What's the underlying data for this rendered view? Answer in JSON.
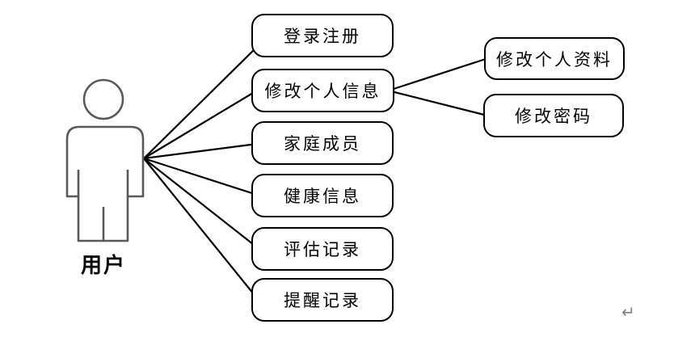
{
  "diagram": {
    "type": "use-case-diagram",
    "actor": {
      "label": "用户"
    },
    "use_cases": [
      {
        "label": "登录注册"
      },
      {
        "label": "修改个人信息"
      },
      {
        "label": "家庭成员"
      },
      {
        "label": "健康信息"
      },
      {
        "label": "评估记录"
      },
      {
        "label": "提醒记录"
      },
      {
        "label": "修改个人资料"
      },
      {
        "label": "修改密码"
      }
    ],
    "connections": [
      {
        "from": "用户",
        "to": "登录注册"
      },
      {
        "from": "用户",
        "to": "修改个人信息"
      },
      {
        "from": "用户",
        "to": "家庭成员"
      },
      {
        "from": "用户",
        "to": "健康信息"
      },
      {
        "from": "用户",
        "to": "评估记录"
      },
      {
        "from": "用户",
        "to": "提醒记录"
      },
      {
        "from": "修改个人信息",
        "to": "修改个人资料"
      },
      {
        "from": "修改个人信息",
        "to": "修改密码"
      }
    ],
    "paragraph_mark": "↵"
  },
  "colors": {
    "background": "#ffffff",
    "node_border": "#000000",
    "node_fill": "#ffffff",
    "connector": "#000000",
    "actor_outline": "#595959",
    "text": "#000000",
    "paragraph_mark": "#7f7f7f"
  }
}
